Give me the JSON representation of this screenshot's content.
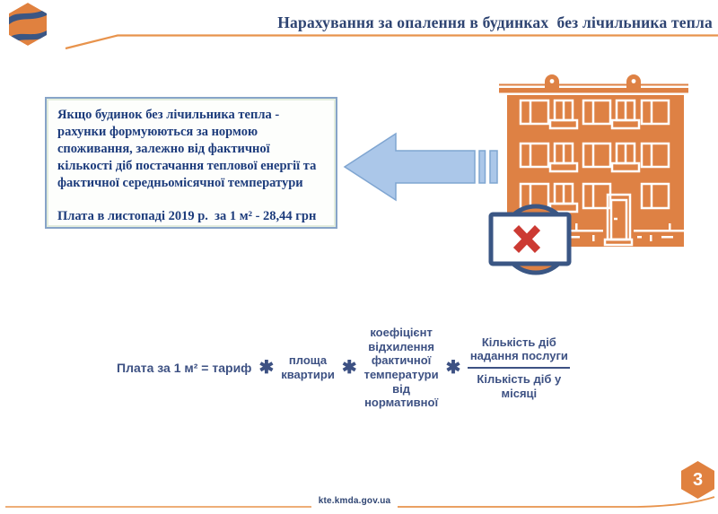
{
  "header": {
    "title": "Нарахування за опалення в будинках  без лічильника тепла"
  },
  "info_box": {
    "paragraph1": "Якщо будинок без лічильника тепла -  рахунки формуюються за нормою споживання, залежно від фактичної кількості діб постачання теплової енергії та фактичної середньомісячної температури",
    "paragraph2": "Плата в листопаді 2019 р.  за 1 м² - 28,44 грн"
  },
  "illustration": {
    "building_icon": "apartment-building-icon",
    "no_meter_icon": "crossed-out-heat-meter-icon",
    "arrow_icon": "left-striped-arrow-icon"
  },
  "formula": {
    "lhs": "Плата за 1 м² = тариф",
    "operator": "✱",
    "factor_area": "площа\nквартири",
    "factor_coefficient": "коефіцієнт\nвідхилення\nфактичної\nтемператури від\nнормативної",
    "fraction_numerator": "Кількість діб\nнадання послуги",
    "fraction_denominator": "Кількість діб у\nмісяці"
  },
  "footer": {
    "website": "kte.kmda.gov.ua",
    "page_number": "3"
  },
  "colors": {
    "orange": "#DE8144",
    "orange_line": "#E8934C",
    "navy_title": "#2E4472",
    "box_text_blue": "#1D3C7C",
    "formula_blue": "#3D5183",
    "meter_border_navy": "#3A5684",
    "arrow_fill": "#ABC7E9",
    "arrow_stroke": "#7FA5D1",
    "red_x": "#CC3A33"
  }
}
